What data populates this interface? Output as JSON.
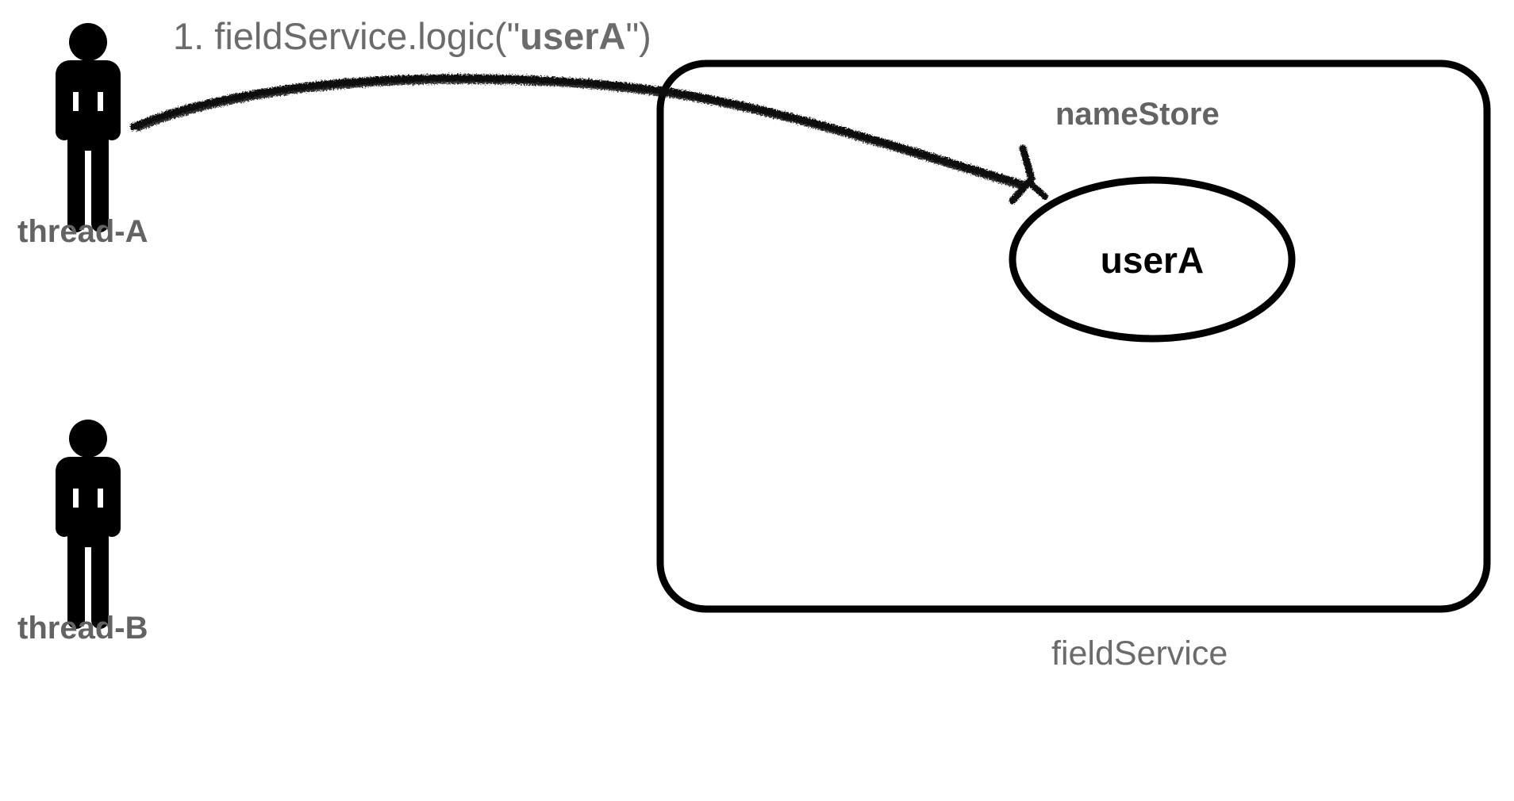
{
  "diagram": {
    "title_callout": {
      "step": "1.",
      "call_prefix": " fieldService.logic(\"",
      "call_argument": "userA",
      "call_suffix": "\")",
      "full_text": "1. fieldService.logic(\"userA\")",
      "color": "#6b6b6b"
    },
    "actors": [
      {
        "id": "thread-a",
        "label": "thread-A",
        "icon": "person-icon",
        "color": "#000000",
        "label_color": "#636363"
      },
      {
        "id": "thread-b",
        "label": "thread-B",
        "icon": "person-icon",
        "color": "#000000",
        "label_color": "#636363"
      }
    ],
    "container": {
      "label": "fieldService",
      "label_color": "#6b6b6b",
      "border_color": "#000000",
      "inner": {
        "label": "nameStore",
        "label_color": "#636363",
        "entry": {
          "label": "userA",
          "shape": "ellipse",
          "border_color": "#000000",
          "text_color": "#000000"
        }
      }
    },
    "arrow": {
      "id": "call-arrow",
      "from": "thread-A",
      "to": "userA",
      "style": "hand-drawn",
      "color": "#000000"
    }
  }
}
